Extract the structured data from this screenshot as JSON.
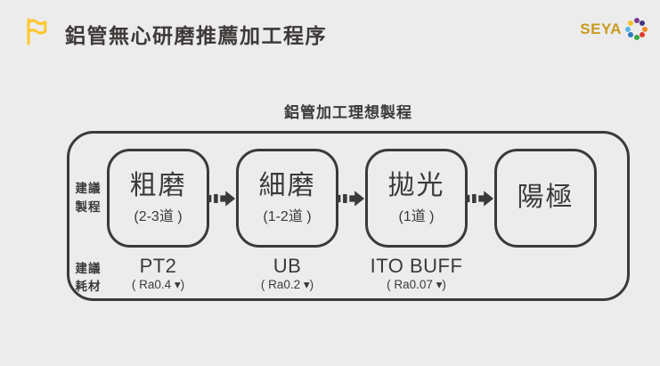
{
  "page": {
    "background": "#ececec",
    "text_color": "#3a3a3a",
    "flag_color": "#ffc72c"
  },
  "header": {
    "title": "鋁管無心研磨推薦加工程序"
  },
  "logo": {
    "text": "SEYA",
    "text_color": "#c99b1d",
    "dot_colors": [
      "#7a3b8f",
      "#43357f",
      "#ef8d22",
      "#e23a2e",
      "#35a849",
      "#2b7bbf",
      "#59b7e8",
      "#f2c12e"
    ]
  },
  "diagram": {
    "title": "鋁管加工理想製程",
    "row_labels": {
      "process_lines": [
        "建議",
        "製程"
      ],
      "consumable_lines": [
        "建議",
        "耗材"
      ]
    },
    "steps": [
      {
        "name": "粗磨",
        "passes": "(2-3道 )",
        "consumable": "PT2",
        "roughness": "( Ra0.4 ▾)"
      },
      {
        "name": "細磨",
        "passes": "(1-2道 )",
        "consumable": "UB",
        "roughness": "( Ra0.2 ▾)"
      },
      {
        "name": "拋光",
        "passes": "(1道 )",
        "consumable": "ITO BUFF",
        "roughness": "( Ra0.07 ▾)"
      },
      {
        "name": "陽極"
      }
    ]
  }
}
